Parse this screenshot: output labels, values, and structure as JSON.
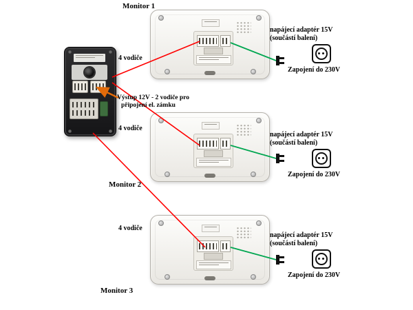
{
  "station": {
    "lock_note_line1": "Výstup 12V - 2 vodiče pro",
    "lock_note_line2": "připojení el. zámku"
  },
  "monitors": [
    {
      "label": "Monitor 1",
      "wire_label": "4 vodiče",
      "adapter_line1": "napájecí adaptér 15V",
      "adapter_line2": "(součástí balení)",
      "socket_label": "Zapojení do 230V"
    },
    {
      "label": "Monitor 2",
      "wire_label": "4 vodiče",
      "adapter_line1": "napájecí adaptér 15V",
      "adapter_line2": "(součástí balení)",
      "socket_label": "Zapojení do 230V"
    },
    {
      "label": "Monitor 3",
      "wire_label": "4 vodiče",
      "adapter_line1": "napájecí adaptér 15V",
      "adapter_line2": "(součástí balení)",
      "socket_label": "Zapojení do 230V"
    }
  ],
  "colors": {
    "wire_data": "#ff0000",
    "wire_power": "#00a650",
    "lock_arrow": "#e36c0a"
  }
}
